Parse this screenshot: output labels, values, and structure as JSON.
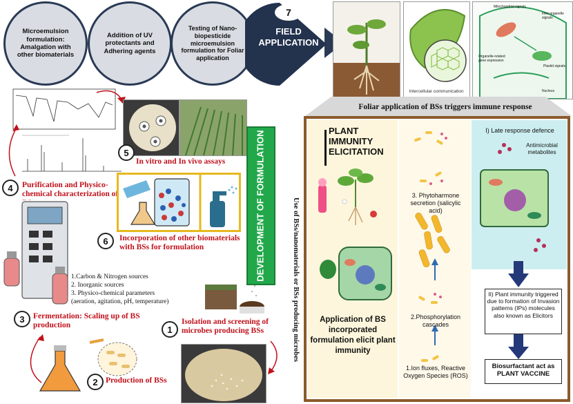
{
  "top_steps": [
    "Microemulsion formulation: Amalgation with other biomaterials",
    "Addition of UV protectants and Adhering agents",
    "Testing of Nano-biopesticide microemulsion formulation for Foliar application"
  ],
  "field": {
    "number": "7",
    "label": "FIELD APPLICATION"
  },
  "foliar_caption": "Foliar application of BSs  triggers immune response",
  "steps": {
    "s5": {
      "number": "5",
      "label": "In vitro and In vivo assays"
    },
    "s4": {
      "number": "4",
      "label": "Purification and Physico-chemical characterization of BSs"
    },
    "s6": {
      "number": "6",
      "label": "Incorporation of other biomaterials with BSs for formulation"
    },
    "s3": {
      "number": "3",
      "label": "Fermentation: Scaling up of BS production"
    },
    "s2": {
      "number": "2",
      "label": "Production of BSs"
    },
    "s1": {
      "number": "1",
      "label": "Isolation and screening of microbes producing BSs"
    }
  },
  "fermentation_params": [
    "1.Carbon & Nitrogen sources",
    "2. Inorganic sources",
    "3. Physico-chemical parameters",
    "(aeration, agitation, pH, temperature)"
  ],
  "dev_formulation": "DEVELOPMENT OF FORMULATION",
  "use_of_bss": "Use of BSs/nanomaterials or BSs producing microbes",
  "immunity": {
    "title": "PLANT IMMUNITY ELICITATION",
    "application": "Application of BS incorporated formulation elicit plant immunity",
    "phytohormone": "3. Phytoharmone secretion (salicylic acid)",
    "phosphorylation": "2.Phosphorylation cascades",
    "ion_fluxes": "1.Ion fluxes, Reactive Oxygen Species (ROS)",
    "late_response": "I) Late response defence",
    "antimicrobial": "Antimicrobial metabolites",
    "plant_immunity_triggered": "II) Plant immunity triggered due to formation of  Invasion patterns (IPs) molecules also known as Elicitors",
    "vaccine": "Biosurfactant act as PLANT VACCINE"
  },
  "cell_signal_labels": {
    "mito": "Mitochondrial signals",
    "inter": "Inter organelle signals",
    "organelle": "Organelle-related gene expression",
    "plastid": "Plastid signals",
    "nucleus": "Nucleus"
  },
  "intercellular": "Intercellular communication",
  "colors": {
    "accent_red": "#c0111b",
    "dark_navy": "#23324d",
    "green": "#22a84a",
    "brown_border": "#8b5a2b"
  }
}
